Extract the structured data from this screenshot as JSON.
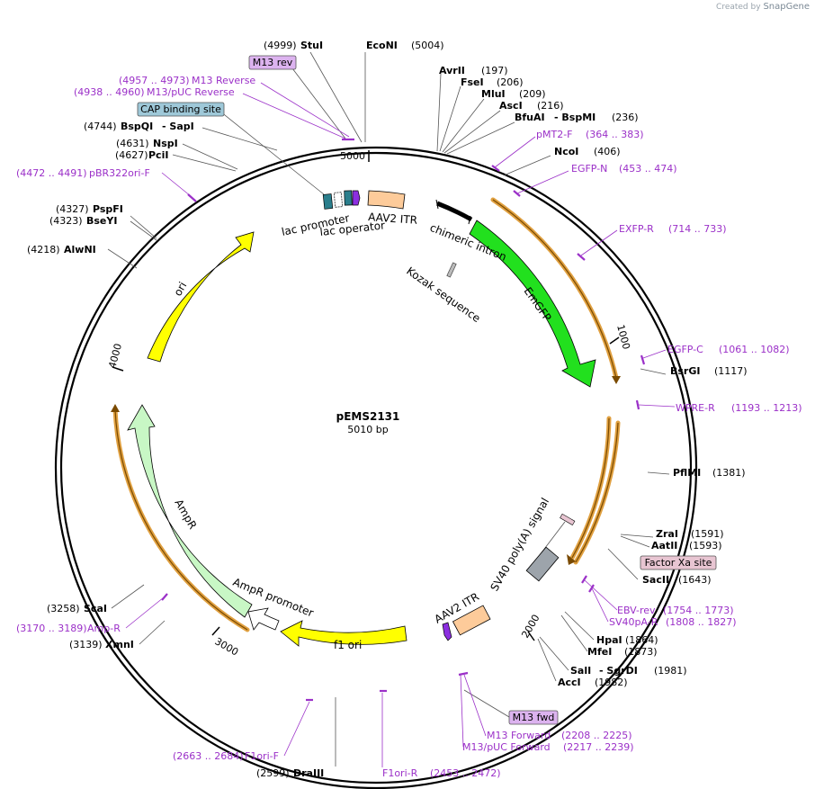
{
  "credit": {
    "prefix": "Created by",
    "brand": "SnapGene"
  },
  "plasmid": {
    "name": "pEMS2131",
    "length": "5010 bp"
  },
  "ticks": [
    "1000",
    "2000",
    "3000",
    "4000",
    "5000"
  ],
  "features": {
    "lac_promoter": "lac promoter",
    "lac_operator": "lac operator",
    "aav2_itr_top": "AAV2 ITR",
    "chimeric_intron": "chimeric intron",
    "kozak": "Kozak sequence",
    "emgfp": "EmGFP",
    "sv40": "SV40 poly(A) signal",
    "aav2_itr_bottom": "AAV2 ITR",
    "f1_ori": "f1 ori",
    "ampr_promoter": "AmpR promoter",
    "ampr": "AmpR",
    "ori": "ori"
  },
  "boxed": {
    "m13_rev": "M13 rev",
    "cap_site": "CAP binding site",
    "factor_xa": "Factor Xa site",
    "m13_fwd": "M13 fwd"
  },
  "sites": {
    "stui": {
      "pos": "(4999)",
      "name": "StuI"
    },
    "econi": {
      "name": "EcoNI",
      "pos": "(5004)"
    },
    "avrii": {
      "name": "AvrII",
      "pos": "(197)"
    },
    "fsei": {
      "name": "FseI",
      "pos": "(206)"
    },
    "mlui": {
      "name": "MluI",
      "pos": "(209)"
    },
    "asci": {
      "name": "AscI",
      "pos": "(216)"
    },
    "bfuai": {
      "name": "BfuAI",
      "name2": "- BspMI",
      "pos": "(236)"
    },
    "ncoi": {
      "name": "NcoI",
      "pos": "(406)"
    },
    "bsrgi": {
      "name": "BsrGI",
      "pos": "(1117)"
    },
    "pflmi": {
      "name": "PflMI",
      "pos": "(1381)"
    },
    "zrai": {
      "name": "ZraI",
      "pos": "(1591)"
    },
    "aatii": {
      "name": "AatII",
      "pos": "(1593)"
    },
    "sacii": {
      "name": "SacII",
      "pos": "(1643)"
    },
    "hpai": {
      "name": "HpaI",
      "pos": "(1864)"
    },
    "mfei": {
      "name": "MfeI",
      "pos": "(1873)"
    },
    "sali": {
      "name": "SalI",
      "name2": "- SgrDI",
      "pos": "(1981)"
    },
    "acci": {
      "name": "AccI",
      "pos": "(1982)"
    },
    "draiii": {
      "pos": "(2599)",
      "name": "DraIII"
    },
    "xmni": {
      "pos": "(3139)",
      "name": "XmnI"
    },
    "scai": {
      "pos": "(3258)",
      "name": "ScaI"
    },
    "alwni": {
      "pos": "(4218)",
      "name": "AlwNI"
    },
    "bseyi": {
      "pos": "(4323)",
      "name": "BseYI"
    },
    "pspfi": {
      "pos": "(4327)",
      "name": "PspFI"
    },
    "pcii": {
      "pos": "(4627)",
      "name": "PciI"
    },
    "nspi": {
      "pos": "(4631)",
      "name": "NspI"
    },
    "bspqi": {
      "pos": "(4744)",
      "name": "BspQI",
      "name2": "- SapI"
    }
  },
  "primers": {
    "m13_reverse": {
      "range": "(4957 .. 4973)",
      "name": "M13 Reverse"
    },
    "m13_puc_reverse": {
      "range": "(4938 .. 4960)",
      "name": "M13/pUC Reverse"
    },
    "pbr322ori": {
      "range": "(4472 .. 4491)",
      "name": "pBR322ori-F"
    },
    "pmt2": {
      "name": "pMT2-F",
      "range": "(364 .. 383)"
    },
    "egfp_n": {
      "name": "EGFP-N",
      "range": "(453 .. 474)"
    },
    "exfp_r": {
      "name": "EXFP-R",
      "range": "(714 .. 733)"
    },
    "egfp_c": {
      "name": "EGFP-C",
      "range": "(1061 .. 1082)"
    },
    "wpre_r": {
      "name": "WPRE-R",
      "range": "(1193 .. 1213)"
    },
    "ebv_rev": {
      "name": "EBV-rev",
      "range": "(1754 .. 1773)"
    },
    "sv40pa_r": {
      "name": "SV40pA-R",
      "range": "(1808 .. 1827)"
    },
    "m13_forward": {
      "name": "M13 Forward",
      "range": "(2208 .. 2225)"
    },
    "m13_puc_forward": {
      "name": "M13/pUC Forward",
      "range": "(2217 .. 2239)"
    },
    "f1ori_r": {
      "name": "F1ori-R",
      "range": "(2453 .. 2472)"
    },
    "f1ori_f": {
      "range": "(2663 .. 2684)",
      "name": "F1ori-F"
    },
    "amp_r": {
      "range": "(3170 .. 3189)",
      "name": "Amp-R"
    }
  },
  "colors": {
    "primer": "#9b30c8",
    "cds_green": "#22e01e",
    "ampr_green": "#c8f7c5",
    "ori_yellow": "#ffff00",
    "itr_orange": "#fdcb9a",
    "backbone": "#000000",
    "primer_arrow": "#e0a040",
    "m13_box": "#dcb3ef",
    "cap_box": "#9ec8d8",
    "factor_box": "#e8c5d2"
  }
}
